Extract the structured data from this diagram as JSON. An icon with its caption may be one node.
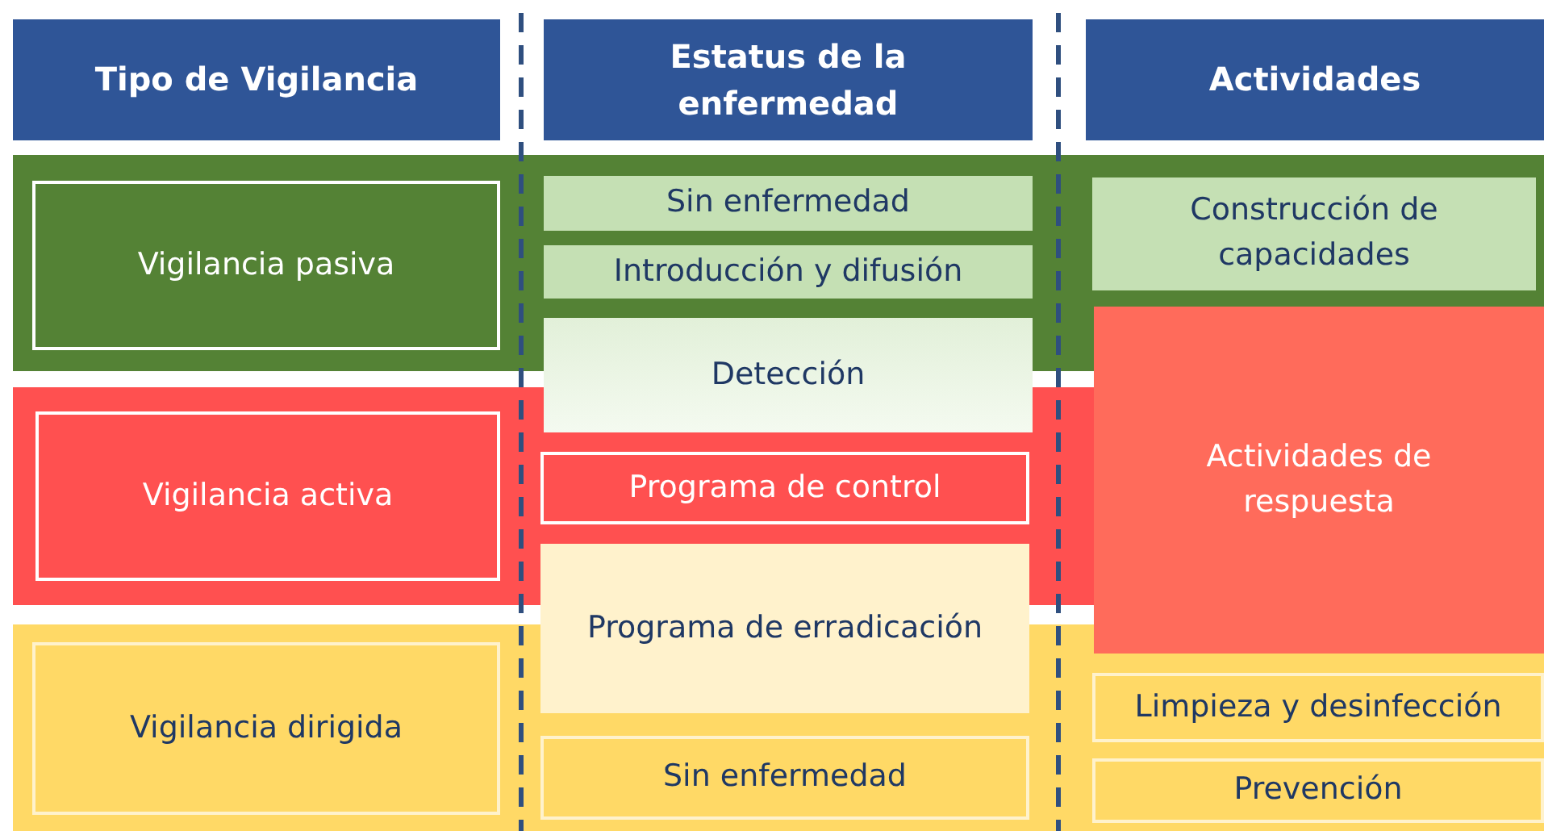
{
  "diagram": {
    "nodes": [
      {
        "text": [
          "Tipo de Vigilancia"
        ]
      },
      {
        "text": [
          "Estatus de la enfermedad"
        ]
      },
      {
        "text": [
          "Actividades"
        ]
      },
      {
        "text": [
          "Vigilancia pasiva"
        ]
      },
      {
        "text": [
          "Sin enfermedad"
        ]
      },
      {
        "text": [
          "Introducción y difusión"
        ]
      },
      {
        "text": [
          "Construcción de capacidades"
        ]
      },
      {
        "text": [
          "Detección"
        ]
      },
      {
        "text": [
          "Vigilancia activa"
        ]
      },
      {
        "text": [
          "Programa de control"
        ]
      },
      {
        "text": [
          "Actividades de respuesta"
        ]
      },
      {
        "text": [
          "Programa de erradicación"
        ]
      },
      {
        "text": [
          "Vigilancia dirigida"
        ]
      },
      {
        "text": [
          "Limpieza y desinfección"
        ]
      },
      {
        "text": [
          "Sin enfermedad"
        ]
      },
      {
        "text": [
          "Prevención"
        ]
      }
    ]
  }
}
